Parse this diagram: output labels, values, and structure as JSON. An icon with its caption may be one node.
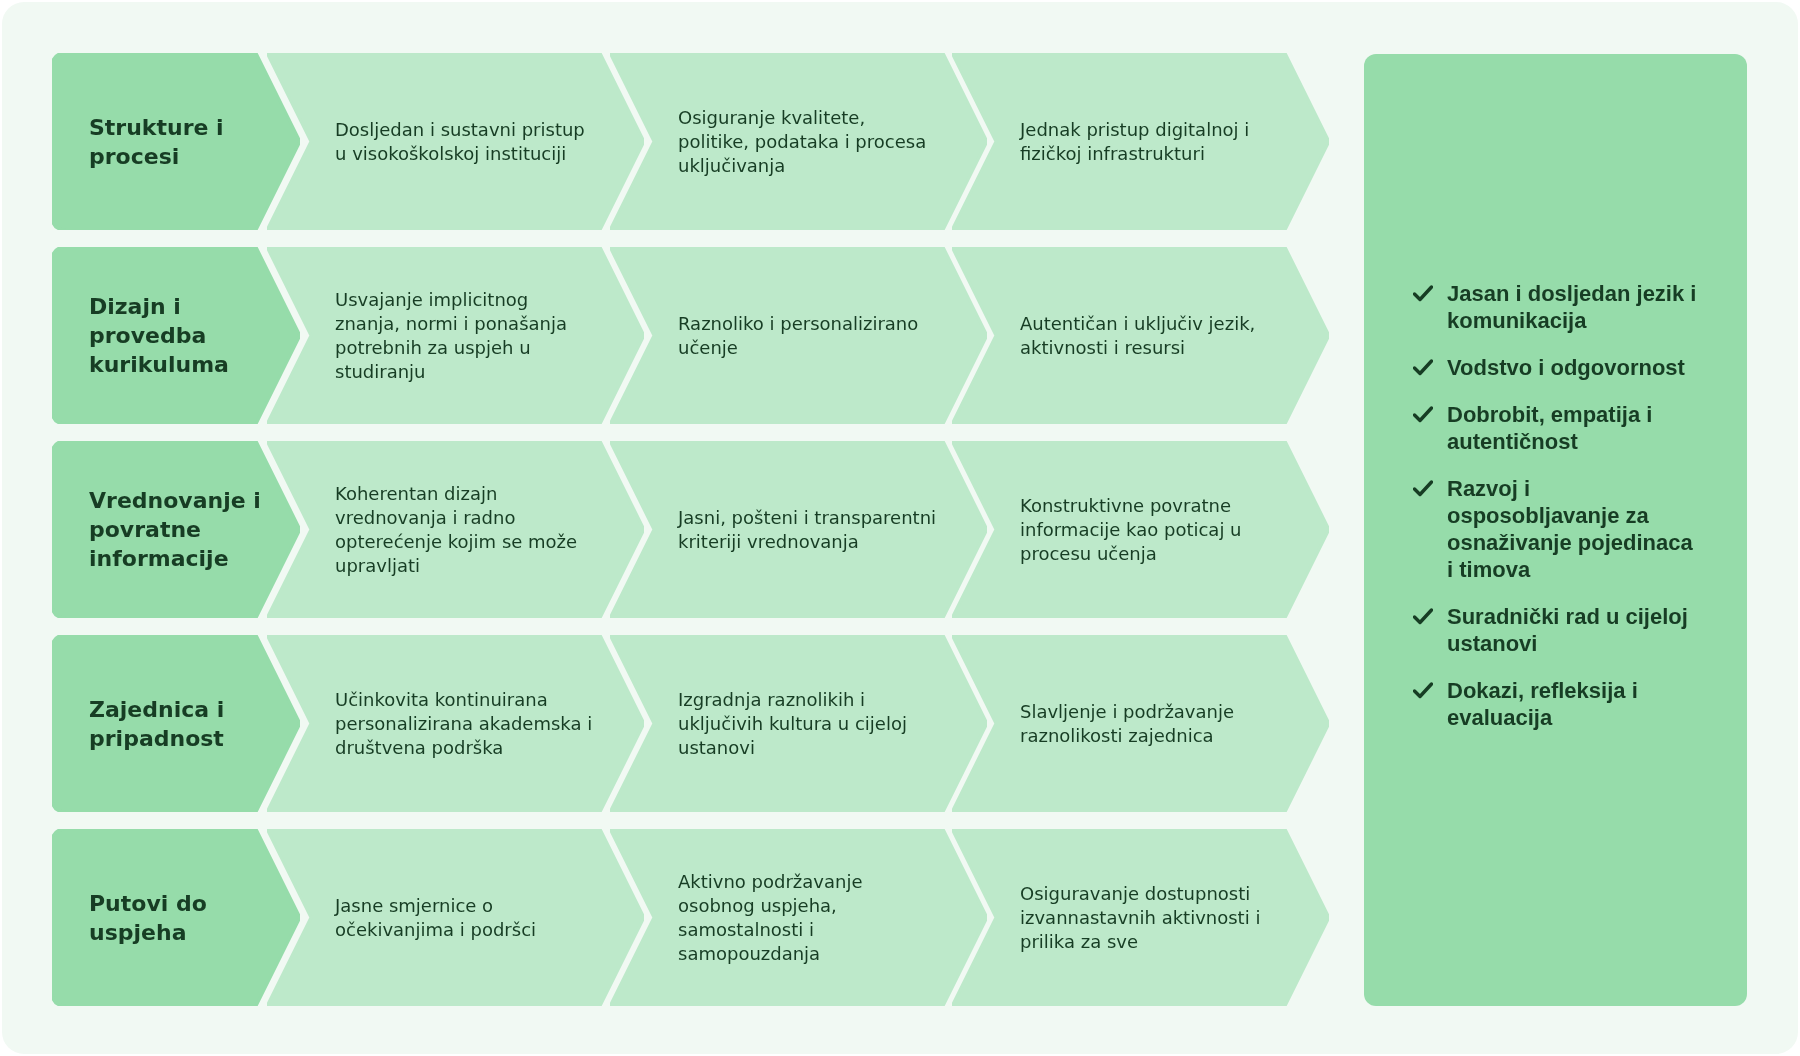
{
  "diagram": {
    "nodes": [
      {
        "text": [
          "Strukture i procesi"
        ]
      },
      {
        "text": [
          "Dosljedan i sustavni pristup u visokoškolskoj instituciji"
        ]
      },
      {
        "text": [
          "Osiguranje kvalitete, politike, podataka i procesa uključivanja"
        ]
      },
      {
        "text": [
          "Jednak pristup digitalnoj i fizičkoj infrastrukturi"
        ]
      },
      {
        "text": [
          "Dizajn i provedba kurikuluma"
        ]
      },
      {
        "text": [
          "Usvajanje implicitnog znanja, normi i ponašanja potrebnih za uspjeh u studiranju"
        ]
      },
      {
        "text": [
          "Raznoliko i personalizirano učenje"
        ]
      },
      {
        "text": [
          "Autentičan i uključiv jezik, aktivnosti i resursi"
        ]
      },
      {
        "text": [
          "Vrednovanje i povratne informacije"
        ]
      },
      {
        "text": [
          "Koherentan dizajn vrednovanja i radno opterećenje kojim se može upravljati"
        ]
      },
      {
        "text": [
          "Jasni, pošteni i transparentni kriteriji vrednovanja"
        ]
      },
      {
        "text": [
          "Konstruktivne povratne informacije kao poticaj u procesu učenja"
        ]
      },
      {
        "text": [
          "Zajednica i pripadnost"
        ]
      },
      {
        "text": [
          "Učinkovita kontinuirana personalizirana akademska i društvena podrška"
        ]
      },
      {
        "text": [
          "Izgradnja raznolikih i uključivih kultura u cijeloj ustanovi"
        ]
      },
      {
        "text": [
          "Slavljenje i podržavanje raznolikosti zajednica"
        ]
      },
      {
        "text": [
          "Putovi do uspjeha"
        ]
      },
      {
        "text": [
          "Jasne smjernice o očekivanjima i podršci"
        ]
      },
      {
        "text": [
          "Aktivno podržavanje osobnog uspjeha, samostalnosti i samopouzdanja"
        ]
      },
      {
        "text": [
          "Osiguravanje dostupnosti izvannastavnih aktivnosti i prilika za sve"
        ]
      },
      {
        "text": [
          "Jasan i dosljedan jezik i komunikacija",
          "Vodstvo i odgovornost",
          "Dobrobit, empatija i autentičnost",
          "Razvoj i osposobljavanje za osnaživanje pojedinaca i timova",
          "Suradnički rad u cijeloj ustanovi",
          "Dokazi, refleksija i evaluacija"
        ]
      }
    ]
  }
}
